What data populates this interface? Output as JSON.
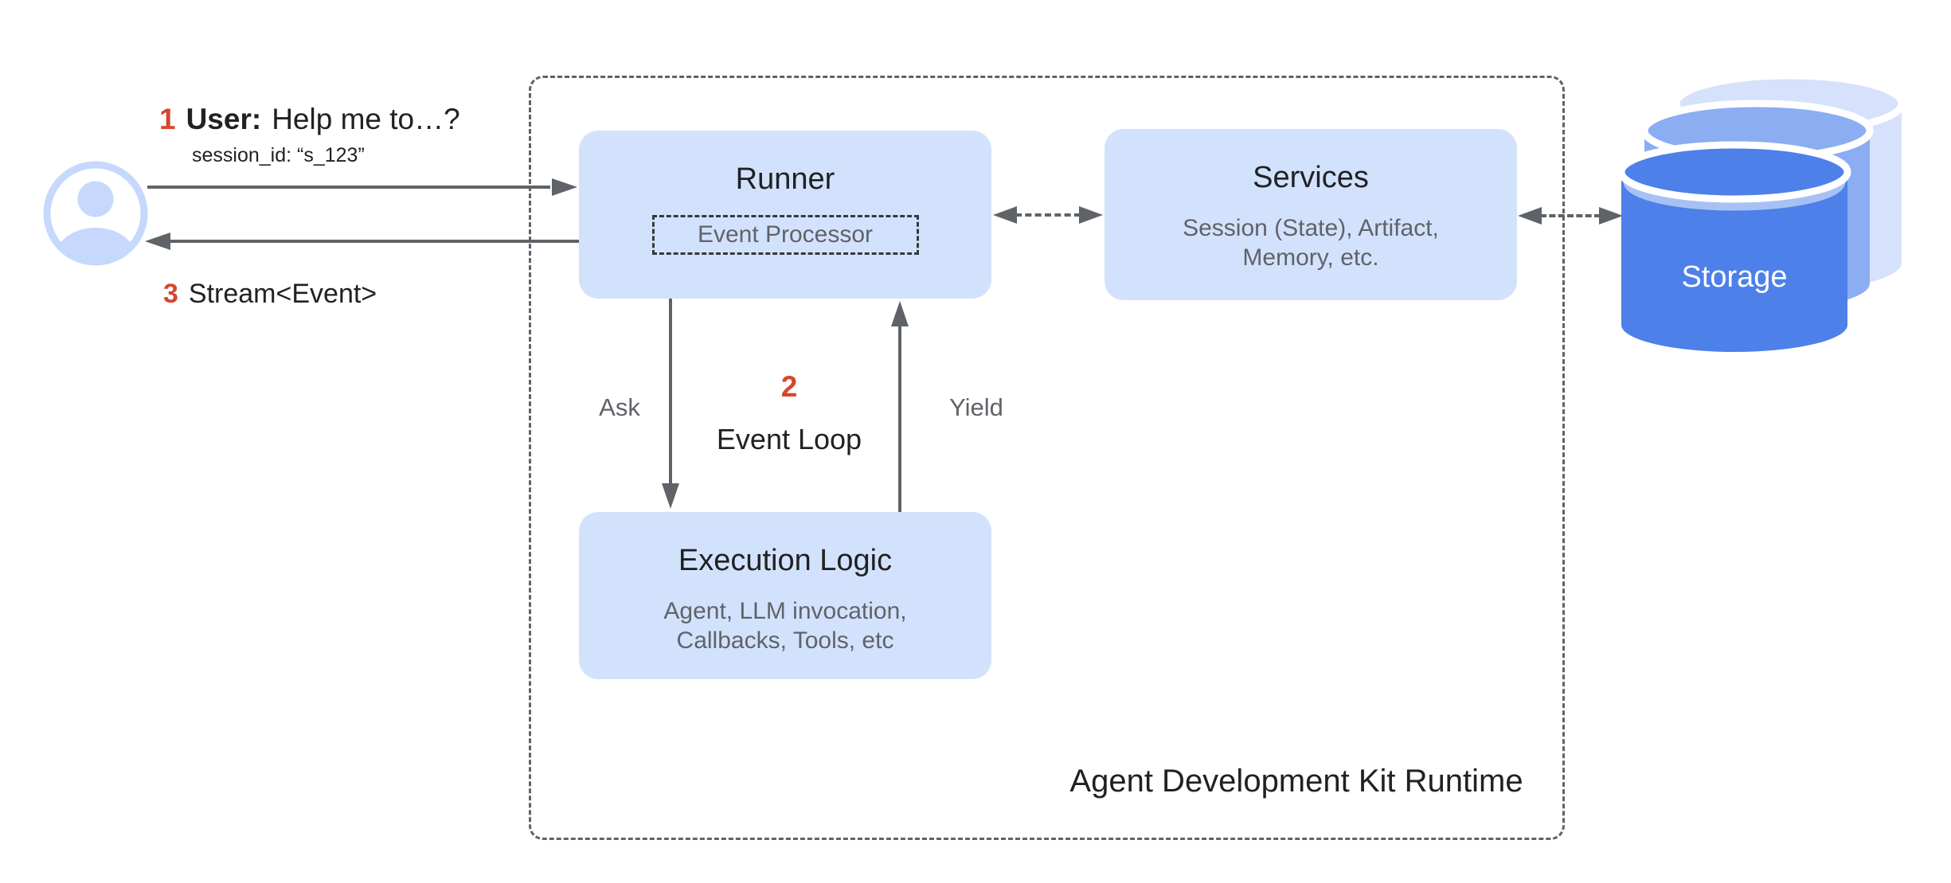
{
  "palette": {
    "box_fill": "#d3e2fc",
    "accent_red": "#d5472d",
    "line_gray": "#5f6368",
    "text_gray": "#5f6368",
    "text_dark": "#202124",
    "storage_front": "#4d80e8",
    "storage_mid": "#8badf2",
    "storage_back": "#d6e2fb",
    "storage_band": "#a8c1f5",
    "avatar_blue": "#c6d8fb"
  },
  "user_flow": {
    "step1": {
      "number": "1",
      "label": "User:",
      "text": "Help me to…?"
    },
    "session_id": "session_id: “s_123”",
    "step3": {
      "number": "3",
      "text": "Stream<Event>"
    }
  },
  "runtime": {
    "label": "Agent Development Kit Runtime",
    "runner": {
      "title": "Runner",
      "event_processor": "Event Processor"
    },
    "services": {
      "title": "Services",
      "description": [
        "Session (State), Artifact,",
        "Memory, etc."
      ]
    },
    "execution_logic": {
      "title": "Execution Logic",
      "description": [
        "Agent, LLM invocation,",
        "Callbacks, Tools, etc"
      ]
    },
    "event_loop": {
      "number": "2",
      "label": "Event Loop",
      "ask": "Ask",
      "yield": "Yield"
    }
  },
  "storage": {
    "label": "Storage"
  }
}
